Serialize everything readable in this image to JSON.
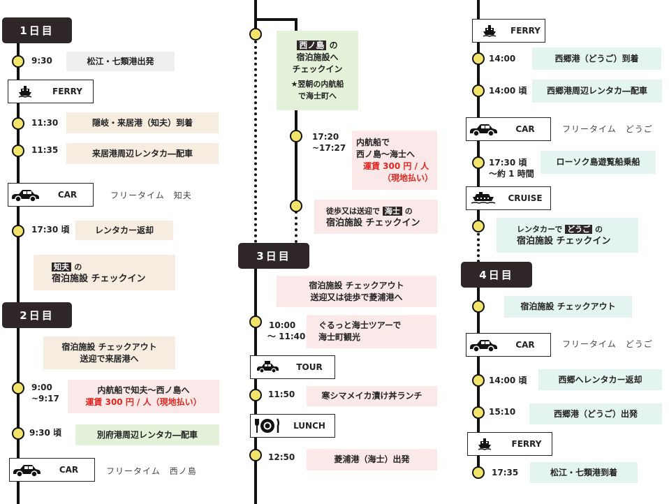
{
  "day1": {
    "label": "1日目",
    "e1_time": "9:30",
    "e1_text": "松江・七類港出発",
    "ferry": "FERRY",
    "e2_time": "11:30",
    "e2_text": "隠岐・来居港（知夫）到着",
    "e3_time": "11:35",
    "e3_text": "来居港周辺レンタカ―配車",
    "car": "CAR",
    "car_free": "フリータイム　知夫",
    "e4_time": "17:30 頃",
    "e4_text": "レンタカー返却",
    "e5_tag": "知夫",
    "e5_suffix": "の",
    "e5_text": "宿泊施設 チェックイン"
  },
  "day2": {
    "label": "2日目",
    "e1_line1": "宿泊施設 チェックアウト",
    "e1_line2": "送迎で来居港へ",
    "e2_time1": "9:00",
    "e2_time2": "~9:17",
    "e2_line1": "内航船で知夫～西ノ島へ",
    "e2_line2": "運賃 300 円 / 人（現地払い）",
    "e3_time": "9:30 頃",
    "e3_text": "別府港周辺レンタカ―配車",
    "car": "CAR",
    "car_free": "フリータイム　西ノ島",
    "e4_tag": "西ノ島",
    "e4_suffix": "の",
    "e4_line2": "宿泊施設へ",
    "e4_line3": "チェックイン",
    "e4_note1": "★翌朝の内航船",
    "e4_note2": "で海士町へ",
    "e5_time1": "17:20",
    "e5_time2": "~17:27",
    "e5_line1": "内航船で",
    "e5_line2": "西ノ島～海士へ",
    "e5_line3": "運賃 300 円 / 人",
    "e5_line4": "（現地払い）",
    "e6_prefix": "徒歩又は送迎で",
    "e6_tag": "海士",
    "e6_suffix": "の",
    "e6_text": "宿泊施設 チェックイン"
  },
  "day3": {
    "label": "3日目",
    "e1_line1": "宿泊施設 チェックアウト",
    "e1_line2": "送迎又は徒歩で菱浦港へ",
    "e2_time1": "10:00",
    "e2_time2": "～ 11:40",
    "e2_line1": "ぐるっと海士ツアーで",
    "e2_line2": "海士町観光",
    "tour": "TOUR",
    "e3_time": "11:50",
    "e3_text": "寒シマメイカ漬け丼ランチ",
    "lunch": "LUNCH",
    "e4_time": "12:50",
    "e4_text": "菱浦港（海士）出発",
    "ferry": "FERRY",
    "e5_time": "14:00",
    "e5_text": "西郷港（どうご）到着",
    "e6_time": "14:00 頃",
    "e6_text": "西郷港周辺レンタカ―配車",
    "car": "CAR",
    "car_free": "フリータイム　どうご",
    "e7_time1": "17:30 頃",
    "e7_time2": "～約 1 時間",
    "e7_text": "ローソク島遊覧船乗船",
    "cruise": "CRUISE",
    "e8_prefix": "レンタカーで",
    "e8_tag": "どうご",
    "e8_suffix": "の",
    "e8_text": "宿泊施設 チェックイン"
  },
  "day4": {
    "label": "4日目",
    "e1_text": "宿泊施設 チェックアウト",
    "car": "CAR",
    "car_free": "フリータイム　どうご",
    "e2_time": "14:00 頃",
    "e2_text": "西郷へレンタカー返却",
    "e3_time": "15:10",
    "e3_text": "西郷港（どうご）出発",
    "ferry": "FERRY",
    "e4_time": "17:35",
    "e4_text": "松江・七類港到着"
  },
  "colors": {
    "beige": "#f6ede0",
    "pink": "#fbe9ea",
    "green": "#e3f2d8",
    "teal": "#e4f4f1",
    "dot": "#f2e46a",
    "red": "#e0271f",
    "dark": "#2f2727"
  }
}
